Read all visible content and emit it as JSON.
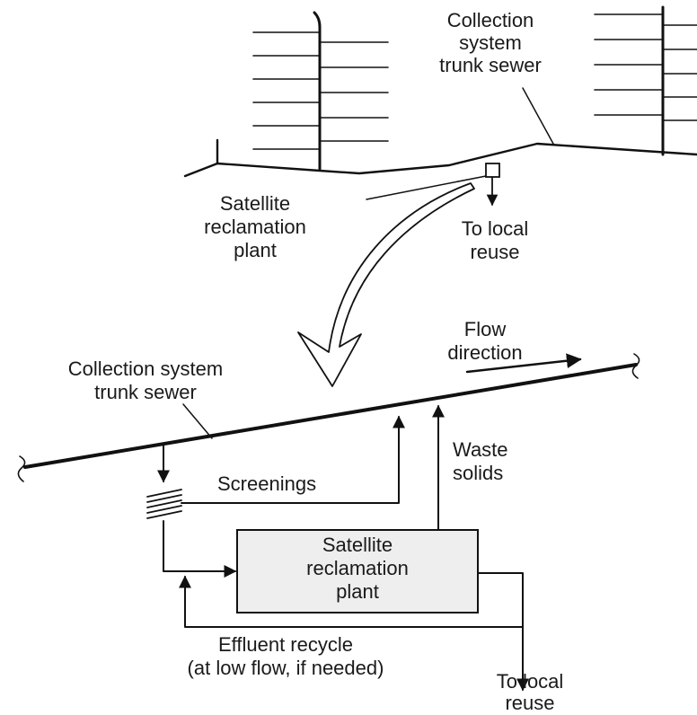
{
  "top_view": {
    "trunk_sewer_label": [
      "Collection",
      "system",
      "trunk sewer"
    ],
    "satellite_plant_label": [
      "Satellite",
      "reclamation",
      "plant"
    ],
    "local_reuse_label": [
      "To local",
      "reuse"
    ]
  },
  "detail_view": {
    "trunk_sewer_label": [
      "Collection system",
      "trunk sewer"
    ],
    "flow_direction_label": [
      "Flow",
      "direction"
    ],
    "screenings_label": "Screenings",
    "waste_solids_label": [
      "Waste",
      "solids"
    ],
    "plant_label": [
      "Satellite",
      "reclamation",
      "plant"
    ],
    "effluent_recycle_label": [
      "Effluent recycle",
      "(at low flow, if needed)"
    ],
    "local_reuse_label": [
      "To local",
      "reuse"
    ]
  },
  "colors": {
    "line": "#111111",
    "plant_fill": "#eeeeee",
    "text": "#1a1a1a"
  }
}
